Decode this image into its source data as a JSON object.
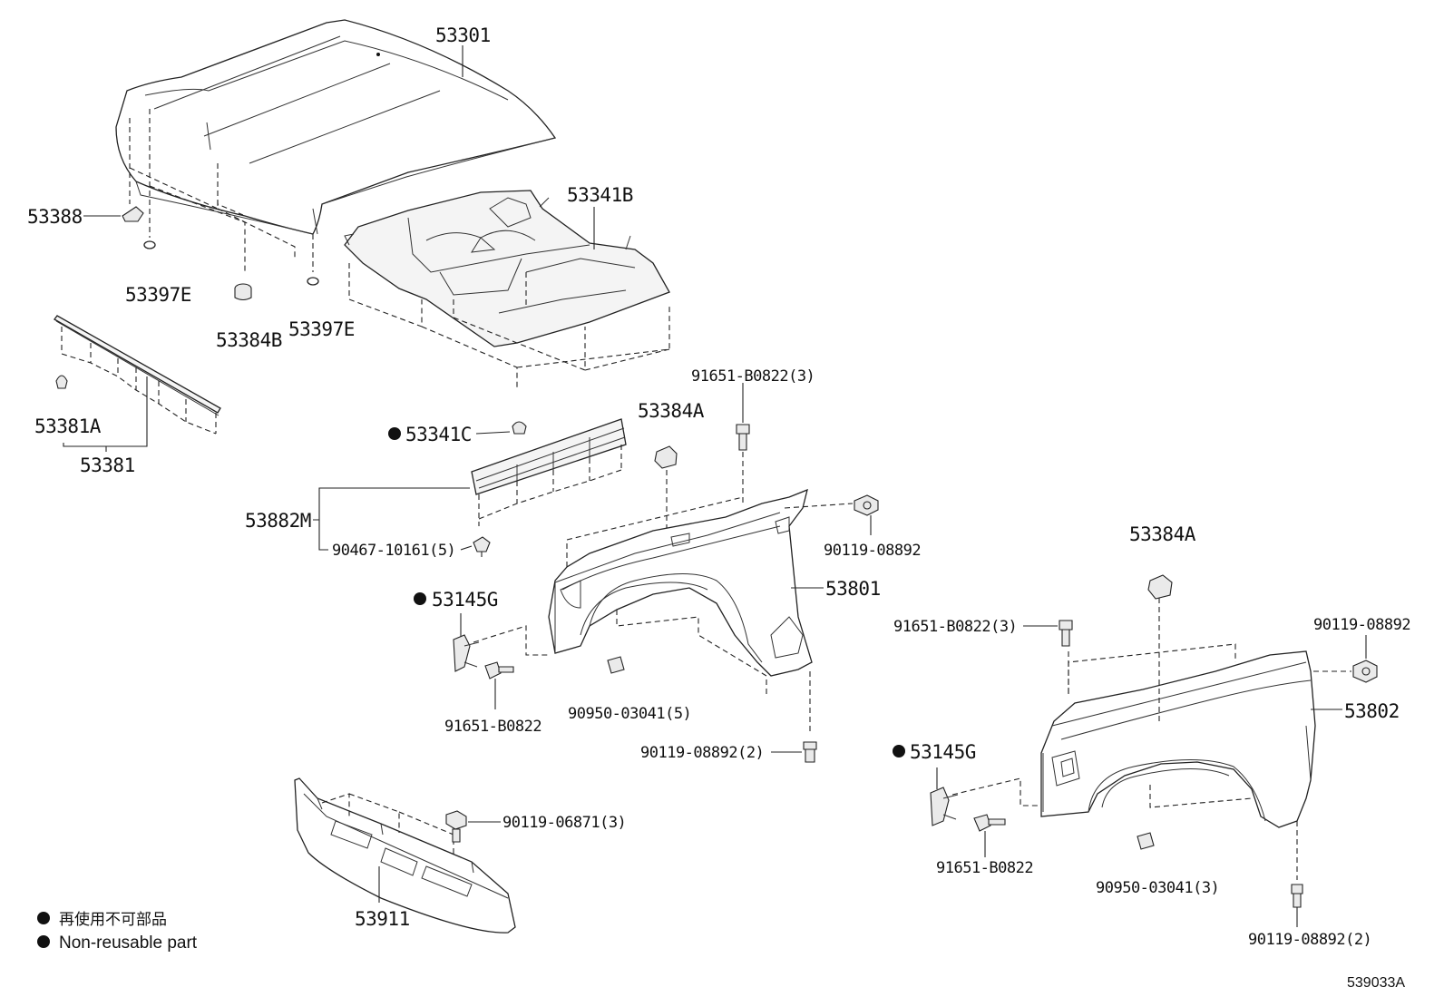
{
  "labels": {
    "p53301": "53301",
    "p53388": "53388",
    "p53397E_a": "53397E",
    "p53384B": "53384B",
    "p53397E_b": "53397E",
    "p53341B": "53341B",
    "p53381A": "53381A",
    "p53381": "53381",
    "p53341C": "53341C",
    "p53384A_a": "53384A",
    "p91651_B0822_3_a": "91651-B0822(3)",
    "p53882M": "53882M",
    "p90467": "90467-10161(5)",
    "p90119_08892_a": "90119-08892",
    "p53801": "53801",
    "p53145G_a": "53145G",
    "p91651_B0822_a": "91651-B0822",
    "p90950_5": "90950-03041(5)",
    "p90119_08892_2_a": "90119-08892(2)",
    "p53384A_b": "53384A",
    "p91651_B0822_3_b": "91651-B0822(3)",
    "p90119_08892_b": "90119-08892",
    "p53802": "53802",
    "p53145G_b": "53145G",
    "p91651_B0822_b": "91651-B0822",
    "p90950_3": "90950-03041(3)",
    "p90119_08892_2_b": "90119-08892(2)",
    "p90119_06871": "90119-06871(3)",
    "p53911": "53911"
  },
  "legend": {
    "japanese": "再使用不可部品",
    "english": "Non-reusable part"
  },
  "figure_id": "539033A"
}
